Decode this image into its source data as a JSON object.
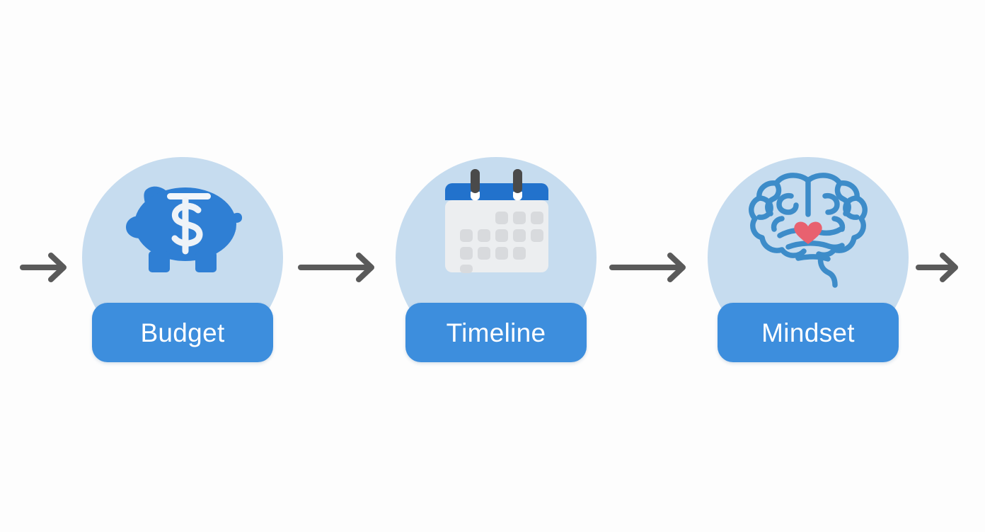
{
  "diagram": {
    "type": "horizontal-process-flow",
    "background_color": "#fdfdfd",
    "node_circle_color": "#c6dcef",
    "node_pill_color": "#3d8edd",
    "node_label_color": "#ffffff",
    "arrow_color": "#5a5a5a",
    "nodes": [
      {
        "id": "budget",
        "label": "Budget",
        "icon": "piggy-bank-icon",
        "icon_colors": {
          "body": "#2f7fd4",
          "slot": "#f0f4f8",
          "symbol": "#eef3f8"
        },
        "symbol": "$"
      },
      {
        "id": "timeline",
        "label": "Timeline",
        "icon": "calendar-icon",
        "icon_colors": {
          "header": "#2272cc",
          "page": "#eceef0",
          "cell": "#d8dadd",
          "ring": "#4a4a4a"
        },
        "calendar_rows": [
          {
            "offset": 2,
            "count": 3
          },
          {
            "offset": 0,
            "count": 5
          },
          {
            "offset": 0,
            "count": 4
          },
          {
            "offset": 0,
            "count": 1
          }
        ]
      },
      {
        "id": "mindset",
        "label": "Mindset",
        "icon": "brain-heart-icon",
        "icon_colors": {
          "outline": "#3d8cc9",
          "heart": "#e8616f"
        }
      }
    ],
    "arrows": [
      {
        "id": "arrow-edge-left",
        "name": "arrow-into-budget",
        "direction": "right"
      },
      {
        "id": "arrow-1",
        "name": "arrow-budget-to-timeline",
        "direction": "right"
      },
      {
        "id": "arrow-2",
        "name": "arrow-timeline-to-mindset",
        "direction": "right"
      },
      {
        "id": "arrow-edge-right",
        "name": "arrow-out-of-mindset",
        "direction": "right"
      }
    ]
  }
}
